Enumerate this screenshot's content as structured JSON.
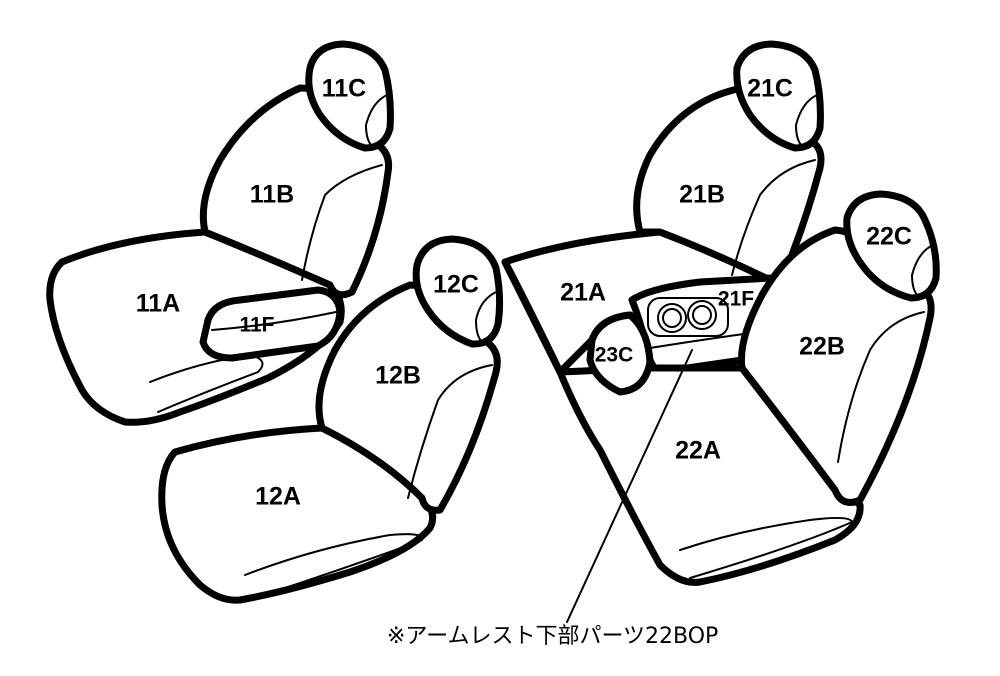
{
  "diagram": {
    "parts": {
      "p11C": "11C",
      "p11B": "11B",
      "p11A": "11A",
      "p11F": "11F",
      "p12C": "12C",
      "p12B": "12B",
      "p12A": "12A",
      "p21C": "21C",
      "p21B": "21B",
      "p21A": "21A",
      "p21F": "21F",
      "p22C": "22C",
      "p22B": "22B",
      "p22A": "22A",
      "p23C": "23C"
    },
    "note": "※アームレスト下部パーツ22BOP"
  }
}
